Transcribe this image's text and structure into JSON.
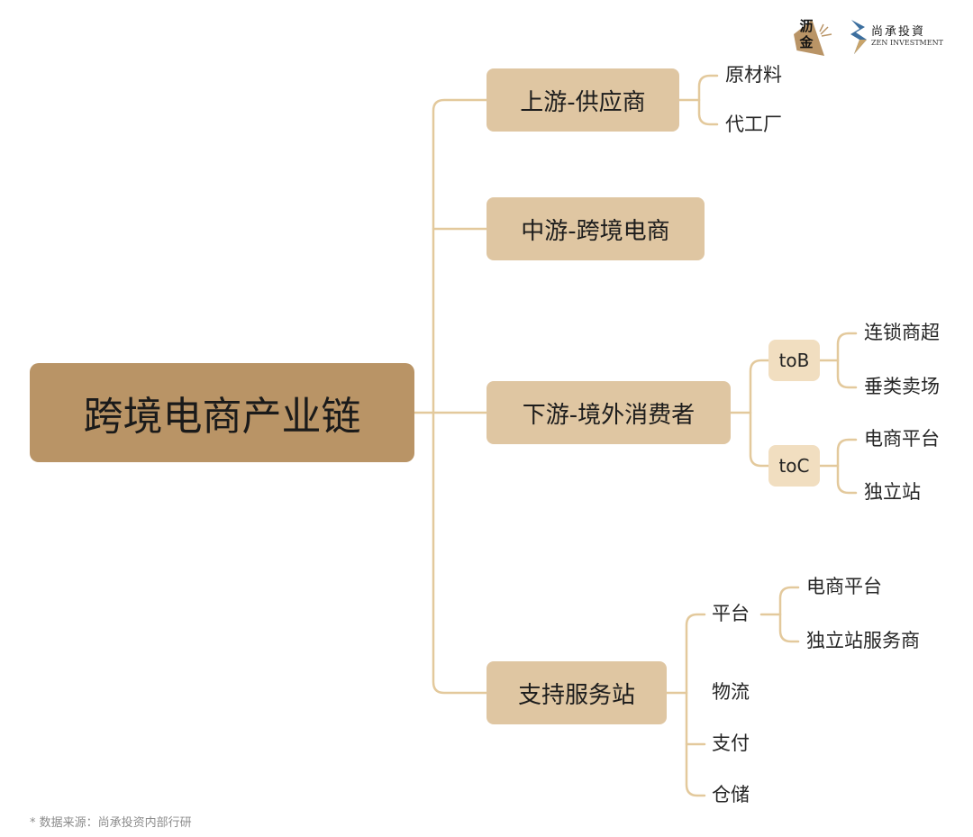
{
  "root": {
    "label": "跨境电商产业链"
  },
  "branches": [
    {
      "label": "上游-供应商",
      "leaves": [
        "原材料",
        "代工厂"
      ]
    },
    {
      "label": "中游-跨境电商"
    },
    {
      "label": "下游-境外消费者",
      "groups": [
        {
          "label": "toB",
          "leaves": [
            "连锁商超",
            "垂类卖场"
          ]
        },
        {
          "label": "toC",
          "leaves": [
            "电商平台",
            "独立站"
          ]
        }
      ]
    },
    {
      "label": "支持服务站",
      "items": [
        {
          "label": "平台",
          "leaves": [
            "电商平台",
            "独立站服务商"
          ]
        },
        {
          "label": "物流"
        },
        {
          "label": "支付"
        },
        {
          "label": "仓储"
        }
      ]
    }
  ],
  "logos": {
    "liujin": "沥金",
    "zen_cn": "尚承投資",
    "zen_en": "ZEN INVESTMENT"
  },
  "footnote": "* 数据来源：尚承投资内部行研",
  "colors": {
    "root": "#b99466",
    "branch": "#dfc6a2",
    "sub": "#f1dec0",
    "line": "#e3c99c"
  }
}
